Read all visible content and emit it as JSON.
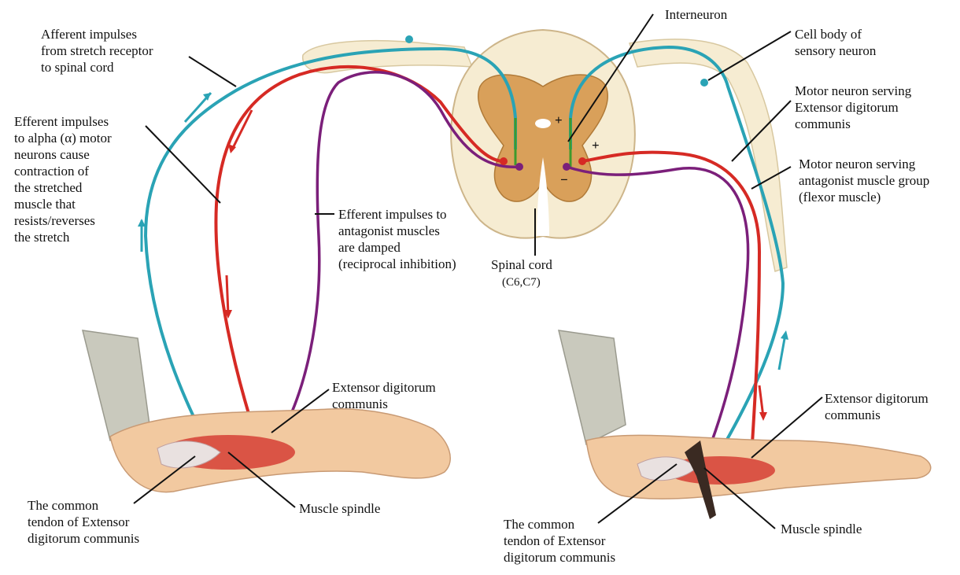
{
  "labels": {
    "afferent": "Afferent impulses\nfrom stretch receptor\nto spinal cord",
    "efferent_alpha": "Efferent impulses\nto alpha (α) motor\nneurons cause\ncontraction of\nthe stretched\nmuscle that\nresists/reverses\nthe stretch",
    "efferent_antagonist": "Efferent impulses to\nantagonist muscles\nare damped\n(reciprocal inhibition)",
    "spinal_cord": "Spinal cord",
    "spinal_level": "(C6,C7)",
    "interneuron": "Interneuron",
    "cell_body": "Cell body of\nsensory neuron",
    "motor_extensor": "Motor neuron serving\nExtensor digitorum\ncommunis",
    "motor_antagonist": "Motor neuron serving\nantagonist muscle group\n(flexor muscle)",
    "extensor_left": "Extensor digitorum\ncommunis",
    "extensor_right": "Extensor digitorum\ncommunis",
    "tendon_left": "The common\ntendon of Extensor\ndigitorum communis",
    "tendon_right": "The common\ntendon of Extensor\ndigitorum communis",
    "spindle_left": "Muscle spindle",
    "spindle_right": "Muscle spindle",
    "plus1": "+",
    "plus2": "+",
    "minus": "−"
  },
  "colors": {
    "sensory": "#2aa3b5",
    "motor": "#d62a24",
    "inhibited": "#7b1f7a",
    "interneuron": "#3d9a2c",
    "grey_matter": "#d9a05a",
    "white_matter": "#f6ecd2",
    "skin": "#f2c9a0",
    "muscle": "#d7473b",
    "sleeve": "#c9c9bd"
  }
}
